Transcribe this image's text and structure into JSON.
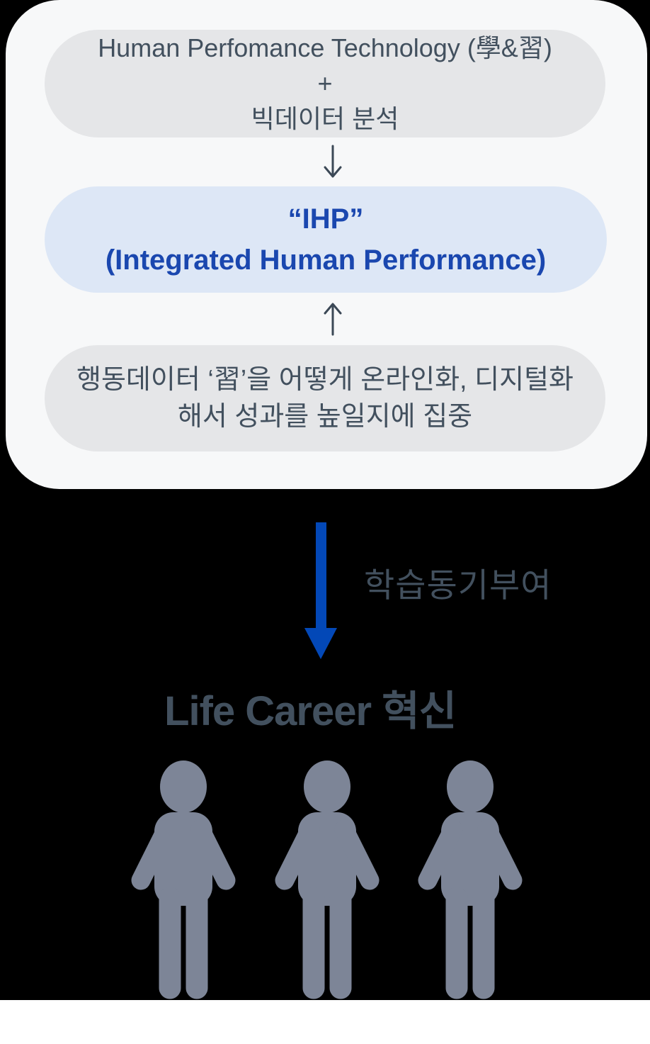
{
  "diagram": {
    "top_card": {
      "input_pill": {
        "line1": "Human Perfomance Technology (學&習)",
        "line2": "+",
        "line3": "빅데이터 분석"
      },
      "result_pill": {
        "line1": "“IHP”",
        "line2": "(Integrated Human Performance)"
      },
      "focus_pill": {
        "line1": "행동데이터 ‘習’을 어떻게 온라인화, 디지털화",
        "line2": "해서 성과를 높일지에 집중"
      }
    },
    "flow": {
      "arrow_label": "학습동기부여",
      "outcome_title": "Life Career 혁신",
      "person_count": 3
    }
  },
  "icons": {
    "between_pills_top": "down-arrow-icon",
    "between_pills_bottom": "up-arrow-icon",
    "main_flow": "big-down-arrow-icon",
    "audience": "person-icon"
  },
  "colors": {
    "card_bg": "#f7f8f9",
    "pill_gray": "#e5e6e8",
    "pill_blue": "#dde7f6",
    "accent_blue": "#1a47af",
    "arrow_blue": "#0348b7",
    "text_dark": "#42505e",
    "arrow_dark": "#3b4856",
    "person_gray": "#7d8597"
  }
}
